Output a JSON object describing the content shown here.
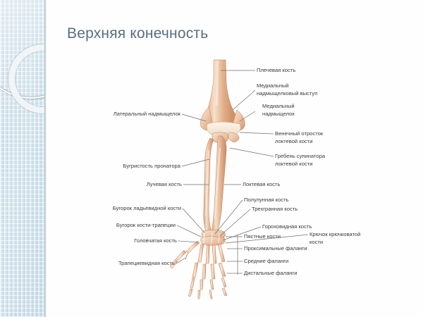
{
  "slide": {
    "title": "Верхняя конечность",
    "background_color": "#ffffff",
    "title_color": "#586e80",
    "sidebar_color": "#c3d8e5"
  },
  "decorations": {
    "circle_large": "large-circle-outline",
    "circle_small": "small-ring-outline"
  },
  "figure": {
    "name": "upper-limb-skeleton",
    "bone_color_light": "#f6ddc9",
    "bone_color_mid": "#e3b394",
    "bone_color_dark": "#c2815c",
    "leader_color": "#6f6f6f"
  },
  "labels_right": [
    {
      "id": "humerus",
      "text": "Плечевая кость"
    },
    {
      "id": "supracondylar",
      "text": "Медиальный\nнадмыщелковый выступ"
    },
    {
      "id": "medial-epicondyle",
      "text": "Медиальный\nнадмыщелок"
    },
    {
      "id": "coronoid-process",
      "text": "Венечный отросток\nлоктевой кости"
    },
    {
      "id": "supinator-crest",
      "text": "Гребень супинатора\nлоктевой кости"
    },
    {
      "id": "ulna",
      "text": "Локтевая кость"
    },
    {
      "id": "lunate",
      "text": "Полулунная кость"
    },
    {
      "id": "triquetral",
      "text": "Трехгранная кость"
    },
    {
      "id": "pisiform",
      "text": "Гороховидная кость"
    },
    {
      "id": "hamulus",
      "text": "Крючок крючковатой\nкости"
    },
    {
      "id": "metacarpals",
      "text": "Пястные кости"
    },
    {
      "id": "proximal-phalanges",
      "text": "Проксимальные фаланги"
    },
    {
      "id": "middle-phalanges",
      "text": "Средние фаланги"
    },
    {
      "id": "distal-phalanges",
      "text": "Дистальные фаланги"
    }
  ],
  "labels_left": [
    {
      "id": "lateral-epicondyle",
      "text": "Латеральный надмыщелок"
    },
    {
      "id": "pronator-tuberosity",
      "text": "Бугристость пронатора"
    },
    {
      "id": "radius",
      "text": "Лучевая кость"
    },
    {
      "id": "scaphoid-tubercle",
      "text": "Бугорок ладьевидной кости"
    },
    {
      "id": "trapezium-tubercle",
      "text": "Бугорок кости-трапеции"
    },
    {
      "id": "capitate",
      "text": "Головчатая кость"
    },
    {
      "id": "trapezoid",
      "text": "Трапециевидная кость"
    }
  ]
}
